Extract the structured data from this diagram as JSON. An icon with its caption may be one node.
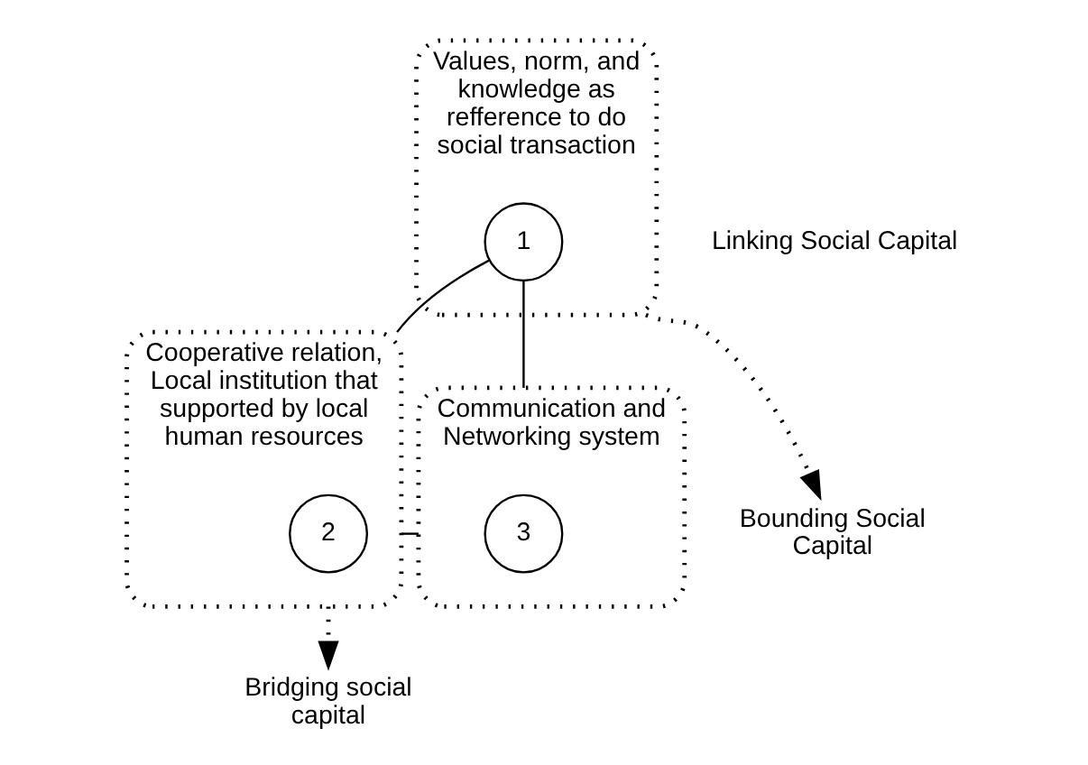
{
  "diagram": {
    "nodes": [
      {
        "text": [
          "Values, norm, and knowledge as refference to do social transaction"
        ]
      },
      {
        "text": [
          "1"
        ],
        "in": 0
      },
      {
        "text": [
          "Cooperative relation, Local institution that supported by local human resources"
        ]
      },
      {
        "text": [
          "2"
        ],
        "in": 2
      },
      {
        "text": [
          "Communication and Networking system"
        ]
      },
      {
        "text": [
          "3"
        ],
        "in": 4
      },
      {
        "text": [
          "Bounding Social Capital"
        ]
      },
      {
        "text": [
          "Bridging social capital"
        ]
      }
    ],
    "edges": [
      {
        "from": 0,
        "to": 6,
        "arrow": "to",
        "style": "dashed"
      },
      {
        "from": 2,
        "to": 7,
        "arrow": "to",
        "style": "dashed"
      },
      {
        "from": 1,
        "to": 2,
        "arrow": "none"
      },
      {
        "from": 1,
        "to": 4,
        "arrow": "none"
      },
      {
        "from": 2,
        "to": 4,
        "arrow": "none"
      }
    ],
    "labels": [
      "Linking Social Capital"
    ]
  }
}
